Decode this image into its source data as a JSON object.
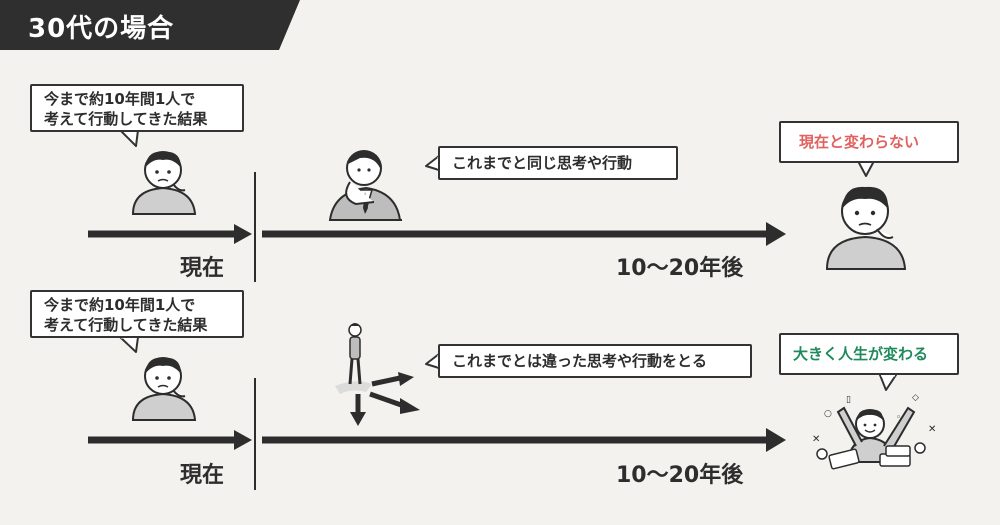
{
  "title": "30代の場合",
  "rows": [
    {
      "bubble_left": [
        "今まで約10年間1人で",
        "考えて行動してきた結果"
      ],
      "now_label": "現在",
      "middle_text": "これまでと同じ思考や行動",
      "future_label": "10〜20年後",
      "result_text": "現在と変わらない",
      "result_color": "#e0615f"
    },
    {
      "bubble_left": [
        "今まで約10年間1人で",
        "考えて行動してきた結果"
      ],
      "now_label": "現在",
      "middle_text": "これまでとは違った思考や行動をとる",
      "future_label": "10〜20年後",
      "result_text": "大きく人生が変わる",
      "result_color": "#1f8a5b"
    }
  ],
  "colors": {
    "background": "#f3f2ef",
    "ink": "#2d2d2d",
    "person_shirt": "#cfcfcf"
  },
  "icons": [
    "person-worried-icon",
    "person-thinking-icon",
    "person-crossroads-icon",
    "person-celebrating-icon"
  ]
}
